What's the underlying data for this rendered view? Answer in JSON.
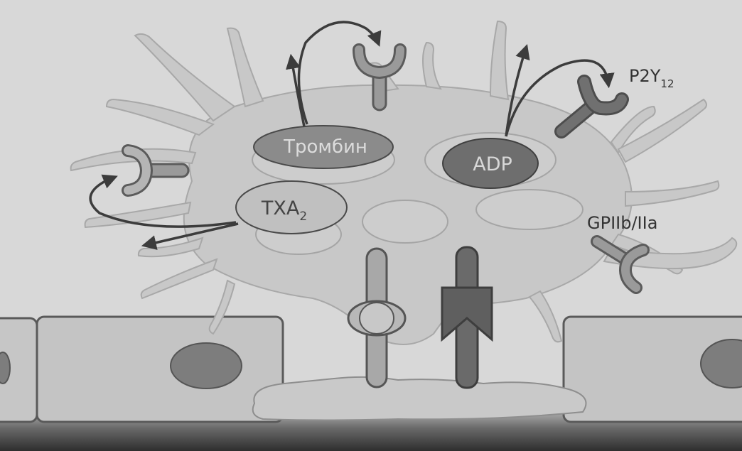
{
  "diagram": {
    "labels": {
      "thrombin": "Тромбин",
      "adp": "ADP",
      "txa_main": "TXA",
      "txa_sub": "2",
      "p2y_main": "P2Y",
      "p2y_sub": "12",
      "gp": "GPIIb/IIa"
    }
  },
  "colors": {
    "background": "#d6d6d6",
    "platelet": "#c7c7c7",
    "outline": "#a9a9a9",
    "dark_fill": "#6f6f6f",
    "medium_fill": "#8a8a8a",
    "light_fill": "#c0c0c0",
    "arrow": "#3c3c3c",
    "text": "#2d2d2d",
    "cell": "#c4c4c4",
    "vessel": "#4a4a4a"
  }
}
